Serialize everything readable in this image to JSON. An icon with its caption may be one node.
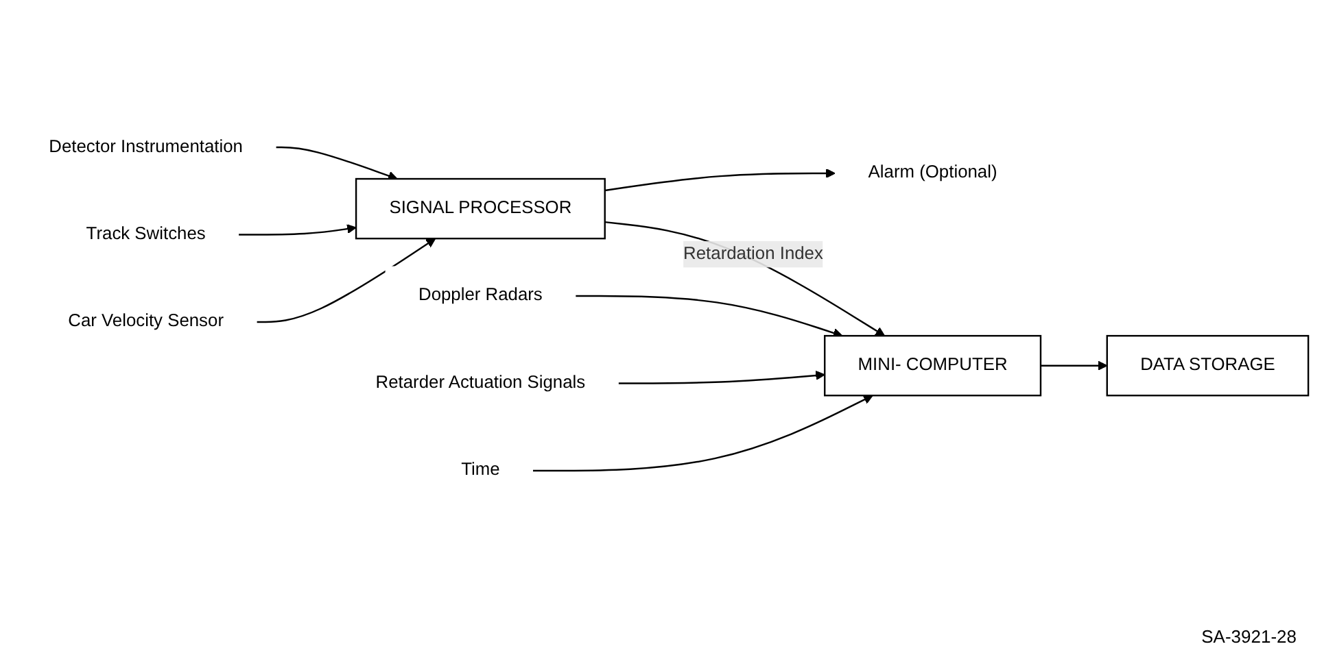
{
  "diagram": {
    "nodes": [
      {
        "text": [
          "Detector Instrumentation"
        ]
      },
      {
        "text": [
          "Track Switches"
        ]
      },
      {
        "text": [
          "Car Velocity Sensor"
        ]
      },
      {
        "text": [
          "SIGNAL PROCESSOR"
        ]
      },
      {
        "text": [
          "Alarm (Optional)"
        ]
      },
      {
        "text": [
          "Doppler Radars"
        ]
      },
      {
        "text": [
          "Retarder Actuation Signals"
        ]
      },
      {
        "text": [
          "Time"
        ]
      },
      {
        "text": [
          "MINI- COMPUTER"
        ]
      },
      {
        "text": [
          "DATA STORAGE"
        ]
      }
    ],
    "edges": [
      {
        "from": 0,
        "to": 3,
        "arrow": "to"
      },
      {
        "from": 1,
        "to": 3,
        "arrow": "to"
      },
      {
        "from": 2,
        "to": 3,
        "arrow": "to"
      },
      {
        "from": 3,
        "to": 4,
        "arrow": "to"
      },
      {
        "from": 3,
        "to": 8,
        "arrow": "to",
        "label": "Retardation Index"
      },
      {
        "from": 5,
        "to": 8,
        "arrow": "to"
      },
      {
        "from": 6,
        "to": 8,
        "arrow": "to"
      },
      {
        "from": 7,
        "to": 8,
        "arrow": "to"
      },
      {
        "from": 8,
        "to": 9,
        "arrow": "to"
      }
    ],
    "labels": [
      "SA-3921-28"
    ]
  }
}
